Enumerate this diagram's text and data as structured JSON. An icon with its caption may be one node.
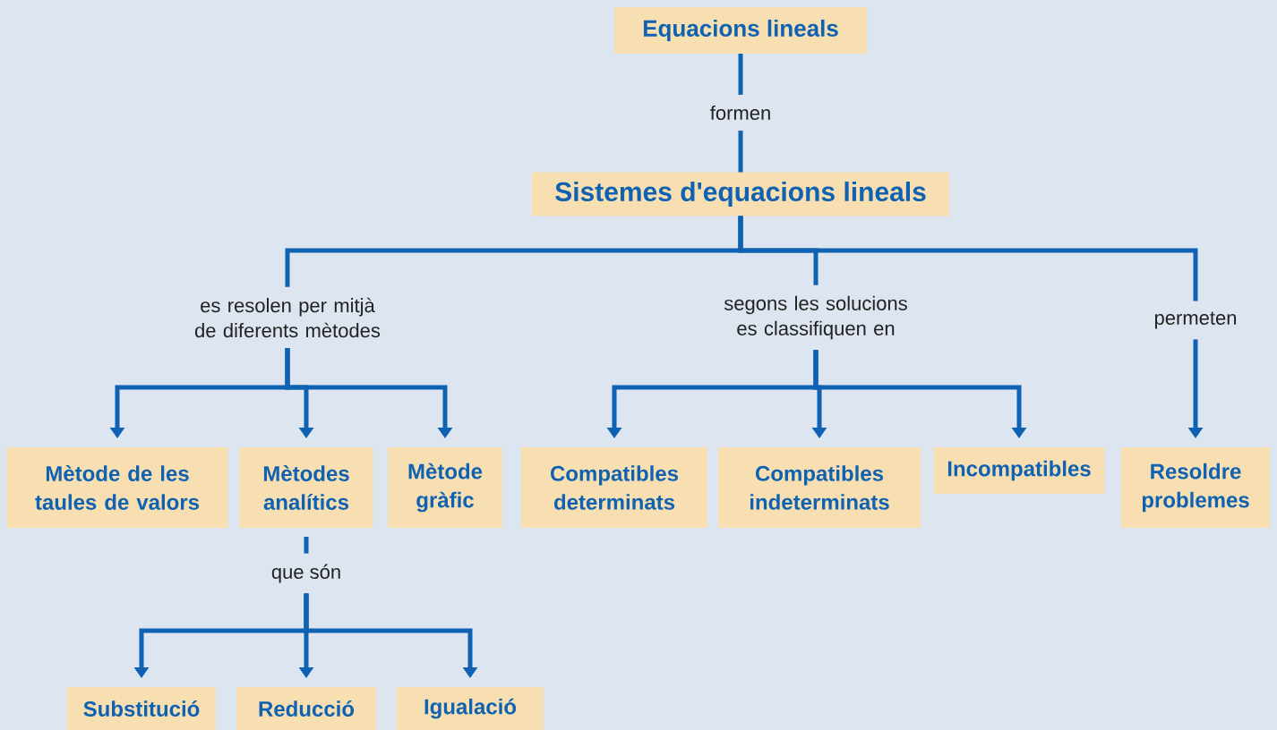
{
  "diagram": {
    "nodes": [
      {
        "text": [
          "Equacions lineals"
        ]
      },
      {
        "text": [
          "formen"
        ]
      },
      {
        "text": [
          "Sistemes d'equacions lineals"
        ]
      },
      {
        "text": [
          "es resolen per mitjà de diferents mètodes"
        ]
      },
      {
        "text": [
          "segons les solucions es classifiquen en"
        ]
      },
      {
        "text": [
          "permeten"
        ]
      },
      {
        "text": [
          "Mètode de les taules de valors"
        ]
      },
      {
        "text": [
          "Mètodes analítics"
        ]
      },
      {
        "text": [
          "Mètode gràfic"
        ]
      },
      {
        "text": [
          "Compatibles determinats"
        ]
      },
      {
        "text": [
          "Compatibles indeterminats"
        ]
      },
      {
        "text": [
          "Incompatibles"
        ]
      },
      {
        "text": [
          "Resoldre problemes"
        ]
      },
      {
        "text": [
          "que són"
        ]
      },
      {
        "text": [
          "Substitució"
        ]
      },
      {
        "text": [
          "Reducció"
        ]
      },
      {
        "text": [
          "Igualació"
        ]
      }
    ],
    "edges": [
      {
        "from": 0,
        "to": 1,
        "arrow": "none"
      },
      {
        "from": 1,
        "to": 2,
        "arrow": "none"
      },
      {
        "from": 2,
        "to": 3,
        "arrow": "none"
      },
      {
        "from": 2,
        "to": 4,
        "arrow": "none"
      },
      {
        "from": 2,
        "to": 5,
        "arrow": "none"
      },
      {
        "from": 3,
        "to": 6,
        "arrow": "to"
      },
      {
        "from": 3,
        "to": 7,
        "arrow": "to"
      },
      {
        "from": 3,
        "to": 8,
        "arrow": "to"
      },
      {
        "from": 4,
        "to": 9,
        "arrow": "to"
      },
      {
        "from": 4,
        "to": 10,
        "arrow": "to"
      },
      {
        "from": 4,
        "to": 11,
        "arrow": "to"
      },
      {
        "from": 5,
        "to": 12,
        "arrow": "to"
      },
      {
        "from": 7,
        "to": 13,
        "arrow": "none"
      },
      {
        "from": 13,
        "to": 14,
        "arrow": "to"
      },
      {
        "from": 13,
        "to": 15,
        "arrow": "to"
      },
      {
        "from": 13,
        "to": 16,
        "arrow": "to"
      }
    ]
  }
}
